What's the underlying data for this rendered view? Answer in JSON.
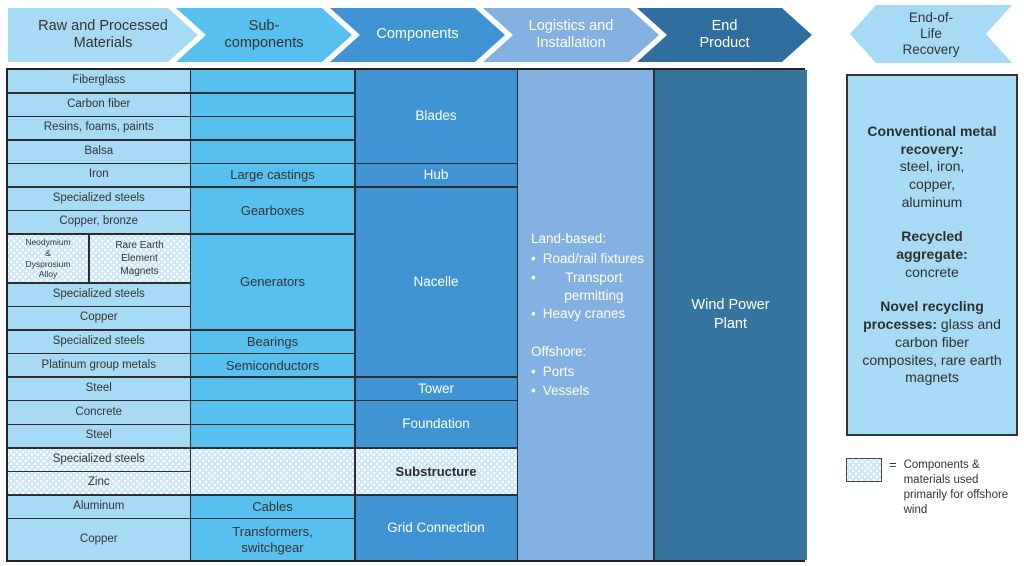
{
  "palette": {
    "light_blue": "#a6daf5",
    "sky_blue": "#58c0ee",
    "medium_blue": "#4094d4",
    "muted_blue": "#83b1e1",
    "dark_blue": "#2f6e9e",
    "end_product_blue": "#35759f",
    "dotted_cell_blue": "#cde9f9",
    "border": "#2e2e2e",
    "dark_text": "#333333",
    "white_text": "#ffffff"
  },
  "header": {
    "arrows": [
      {
        "label": "Raw and Processed\nMaterials",
        "bg": "#a6daf5",
        "text_color": "#333333"
      },
      {
        "label": "Sub-\ncomponents",
        "bg": "#58c0ee",
        "text_color": "#333333"
      },
      {
        "label": "Components",
        "bg": "#4094d4",
        "text_color": "#ffffff"
      },
      {
        "label": "Logistics and\nInstallation",
        "bg": "#83b1e1",
        "text_color": "#ffffff"
      },
      {
        "label": "End\nProduct",
        "bg": "#2f6e9e",
        "text_color": "#ffffff"
      },
      {
        "label": "End-of-\nLife\nRecovery",
        "bg": "#a6daf5",
        "text_color": "#333333"
      }
    ]
  },
  "table": {
    "cells": [
      {
        "t": "Fiberglass",
        "r": 1,
        "c": 1,
        "cs": 2,
        "s": "mat"
      },
      {
        "t": "Carbon fiber",
        "r": 2,
        "c": 1,
        "cs": 2,
        "s": "mat"
      },
      {
        "t": "Resins, foams, paints",
        "r": 3,
        "c": 1,
        "cs": 2,
        "s": "mat"
      },
      {
        "t": "Balsa",
        "r": 4,
        "c": 1,
        "cs": 2,
        "s": "mat"
      },
      {
        "t": "Iron",
        "r": 5,
        "c": 1,
        "cs": 2,
        "s": "mat"
      },
      {
        "t": "Specialized steels",
        "r": 6,
        "c": 1,
        "cs": 2,
        "s": "mat"
      },
      {
        "t": "Copper, bronze",
        "r": 7,
        "c": 1,
        "cs": 2,
        "s": "mat"
      },
      {
        "t": "Neodymium\n&\nDysprosium\nAlloy",
        "r": 8,
        "c": 1,
        "s": "mat dotted tiny"
      },
      {
        "t": "Rare Earth\nElement\nMagnets",
        "r": 8,
        "c": 2,
        "s": "mat dotted small"
      },
      {
        "t": "Specialized steels",
        "r": 9,
        "c": 1,
        "cs": 2,
        "s": "mat"
      },
      {
        "t": "Copper",
        "r": 10,
        "c": 1,
        "cs": 2,
        "s": "mat"
      },
      {
        "t": "Specialized steels",
        "r": 11,
        "c": 1,
        "cs": 2,
        "s": "mat"
      },
      {
        "t": "Platinum group metals",
        "r": 12,
        "c": 1,
        "cs": 2,
        "s": "mat"
      },
      {
        "t": "Steel",
        "r": 13,
        "c": 1,
        "cs": 2,
        "s": "mat"
      },
      {
        "t": "Concrete",
        "r": 14,
        "c": 1,
        "cs": 2,
        "s": "mat"
      },
      {
        "t": "Steel",
        "r": 15,
        "c": 1,
        "cs": 2,
        "s": "mat"
      },
      {
        "t": "Specialized steels",
        "r": 16,
        "c": 1,
        "cs": 2,
        "s": "mat dotted"
      },
      {
        "t": "Zinc",
        "r": 17,
        "c": 1,
        "cs": 2,
        "s": "mat dotted"
      },
      {
        "t": "Aluminum",
        "r": 18,
        "c": 1,
        "cs": 2,
        "s": "mat"
      },
      {
        "t": "Copper",
        "r": 19,
        "c": 1,
        "cs": 2,
        "s": "mat"
      },
      {
        "t": "",
        "r": 1,
        "c": 3,
        "s": "sub"
      },
      {
        "t": "",
        "r": 2,
        "c": 3,
        "s": "sub"
      },
      {
        "t": "",
        "r": 3,
        "c": 3,
        "s": "sub"
      },
      {
        "t": "",
        "r": 4,
        "c": 3,
        "s": "sub"
      },
      {
        "t": "Large castings",
        "r": 5,
        "c": 3,
        "s": "sub"
      },
      {
        "t": "Gearboxes",
        "r": 6,
        "c": 3,
        "rs": 2,
        "s": "sub"
      },
      {
        "t": "Generators",
        "r": 8,
        "c": 3,
        "rs": 3,
        "s": "sub"
      },
      {
        "t": "Bearings",
        "r": 11,
        "c": 3,
        "s": "sub"
      },
      {
        "t": "Semiconductors",
        "r": 12,
        "c": 3,
        "s": "sub"
      },
      {
        "t": "",
        "r": 13,
        "c": 3,
        "s": "sub"
      },
      {
        "t": "",
        "r": 14,
        "c": 3,
        "s": "sub"
      },
      {
        "t": "",
        "r": 15,
        "c": 3,
        "s": "sub"
      },
      {
        "t": "",
        "r": 16,
        "c": 3,
        "rs": 2,
        "s": "sub dotted"
      },
      {
        "t": "Cables",
        "r": 18,
        "c": 3,
        "s": "sub"
      },
      {
        "t": "Transformers,\nswitchgear",
        "r": 19,
        "c": 3,
        "s": "sub"
      },
      {
        "t": "Blades",
        "r": 1,
        "c": 4,
        "rs": 4,
        "s": "comp"
      },
      {
        "t": "Hub",
        "r": 5,
        "c": 4,
        "s": "comp"
      },
      {
        "t": "Nacelle",
        "r": 6,
        "c": 4,
        "rs": 7,
        "s": "comp"
      },
      {
        "t": "Tower",
        "r": 13,
        "c": 4,
        "s": "comp"
      },
      {
        "t": "Foundation",
        "r": 14,
        "c": 4,
        "rs": 2,
        "s": "comp"
      },
      {
        "t": "Substructure",
        "r": 16,
        "c": 4,
        "rs": 2,
        "s": "comp dotted-dark"
      },
      {
        "t": "Grid Connection",
        "r": 18,
        "c": 4,
        "rs": 2,
        "s": "comp"
      }
    ],
    "logistics": {
      "land_title": "Land-based:",
      "land_items": [
        "Road/rail fixtures",
        "Transport permitting",
        "Heavy cranes"
      ],
      "offshore_title": "Offshore:",
      "offshore_items": [
        "Ports",
        "Vessels"
      ]
    },
    "end_product": "Wind Power\nPlant"
  },
  "recovery_box": {
    "sections": [
      {
        "bold": "Conventional metal recovery:",
        "normal": "steel, iron,\ncopper,\naluminum",
        "inline": false
      },
      {
        "bold": "Recycled\naggregate:",
        "normal": "concrete",
        "inline": false
      },
      {
        "bold": "Novel recycling processes:",
        "normal": "glass and carbon fiber composites, rare earth magnets",
        "inline": true
      }
    ]
  },
  "legend": {
    "equals": "=",
    "text": "Components & materials used primarily for offshore wind"
  }
}
